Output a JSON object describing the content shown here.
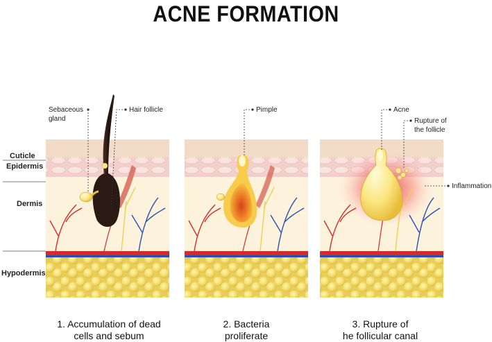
{
  "title": "ACNE FORMATION",
  "layers": {
    "cuticle": "Cuticle",
    "epidermis": "Epidermis",
    "dermis": "Dermis",
    "hypodermis": "Hypodermis"
  },
  "panels": [
    {
      "caption_line1": "1. Accumulation of dead",
      "caption_line2": "cells and sebum",
      "labels": {
        "gland_line1": "Sebaceous",
        "gland_line2": "gland",
        "follicle": "Hair follicle"
      }
    },
    {
      "caption_line1": "2. Bacteria",
      "caption_line2": "proliferate",
      "labels": {
        "pimple": "Pimple"
      }
    },
    {
      "caption_line1": "3. Rupture of",
      "caption_line2": "he follicular canal",
      "labels": {
        "acne": "Acne",
        "rupture_line1": "Rupture of",
        "rupture_line2": "the follicle",
        "inflammation": "Inflammation"
      }
    }
  ],
  "colors": {
    "cuticle": "#f2dcc8",
    "epidermis": "#f5d0cc",
    "dermis": "#fdf3dc",
    "hypodermis": "#f3e27a",
    "hair": "#2a1a14",
    "sebum": "#fde98a",
    "infection": "#e8601c",
    "inflammation": "#e8283a",
    "artery": "#d42a2a",
    "vein": "#2a4fb8",
    "nerve": "#f0d050"
  }
}
